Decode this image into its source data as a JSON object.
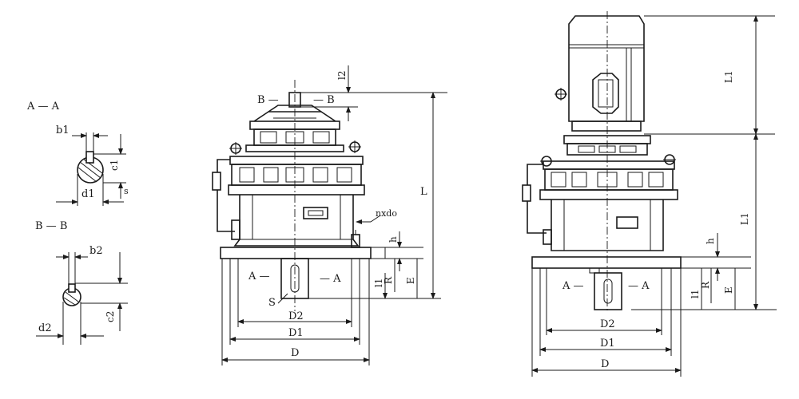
{
  "section_a": {
    "title": "A — A",
    "b": "b1",
    "c": "c1",
    "d": "d1",
    "s": "s"
  },
  "section_b": {
    "title": "B — B",
    "b": "b2",
    "c": "c2",
    "d": "d2"
  },
  "front": {
    "section_b_left": "B —",
    "section_b_right": "— B",
    "section_a_left": "A —",
    "section_a_right": "— A",
    "l2": "l2",
    "L": "L",
    "nxdo": "nxdo",
    "h": "h",
    "l1": "l1",
    "R": "R",
    "E": "E",
    "S": "S",
    "D2": "D2",
    "D1": "D1",
    "D": "D"
  },
  "motor": {
    "section_a_left": "A —",
    "section_a_right": "— A",
    "L1_top": "L1",
    "L1_bottom": "L1",
    "h": "h",
    "l1": "l1",
    "R": "R",
    "E": "E",
    "D2": "D2",
    "D1": "D1",
    "D": "D"
  }
}
